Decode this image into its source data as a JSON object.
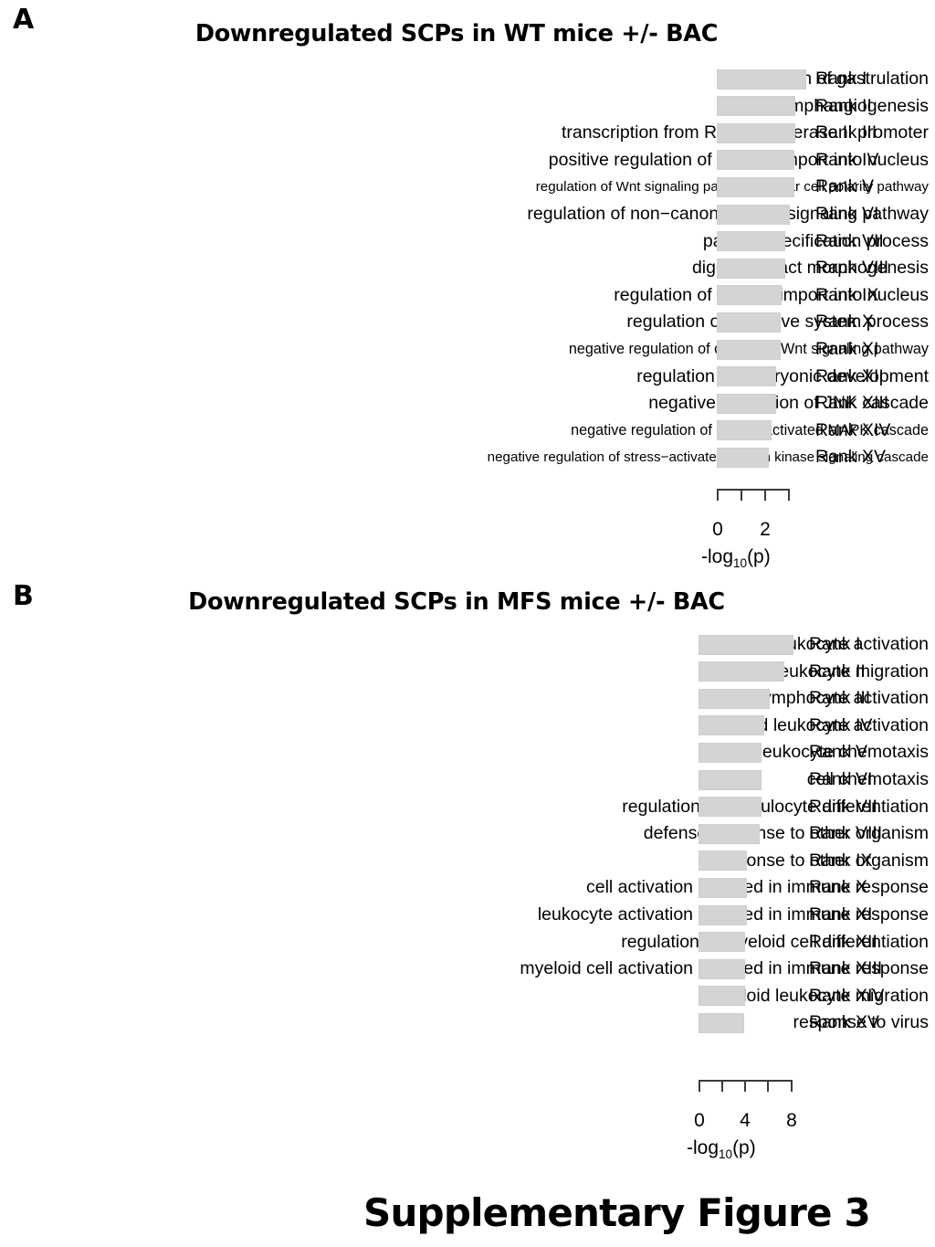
{
  "figure": {
    "caption": "Supplementary Figure 3",
    "bar_color": "#d4d4d4",
    "axis_color": "#3a3a3a"
  },
  "panels": [
    {
      "letter": "A",
      "title": "Downregulated SCPs in WT mice +/- BAC",
      "axis_title_prefix": "-log",
      "axis_title_sub": "10",
      "axis_title_suffix": "(p)",
      "rank_labels": [
        "Rank I",
        "Rank II",
        "Rank III",
        "Rank IV",
        "Rank V",
        "Rank VI",
        "Rank VII",
        "Rank VIII",
        "Rank IX",
        "Rank X",
        "Rank XI",
        "Rank XII",
        "Rank XIII",
        "Rank XIV",
        "Rank XV"
      ],
      "chart_data": {
        "type": "bar",
        "title": "Downregulated SCPs in WT mice +/- BAC",
        "xlabel": "-log10(p)",
        "ylabel": "",
        "orientation": "horizontal",
        "xlim": [
          0,
          3
        ],
        "grid": false,
        "tick_values": [
          0,
          1,
          2,
          3
        ],
        "tick_labels": [
          "0",
          "",
          "2",
          ""
        ],
        "categories": [
          "regulation of gastrulation",
          "lymphangiogenesis",
          "transcription from RNA polymerase II promoter",
          "positive regulation of catenin import into nucleus",
          "regulation of Wnt signaling pathway, planar cell polarity pathway",
          "regulation of non−canonical Wnt signaling pathway",
          "pattern specification process",
          "digestive tract morphogenesis",
          "regulation of catenin import into nucleus",
          "regulation of digestive system process",
          "negative regulation of canonical Wnt signaling pathway",
          "regulation of embryonic development",
          "negative regulation of JNK cascade",
          "negative regulation of stress−activated MAPK cascade",
          "negative regulation of stress−activated protein kinase signaling cascade"
        ],
        "values": [
          3.75,
          3.3,
          3.3,
          3.25,
          3.25,
          3.05,
          2.88,
          2.88,
          2.72,
          2.68,
          2.68,
          2.48,
          2.48,
          2.3,
          2.18
        ]
      }
    },
    {
      "letter": "B",
      "title": "Downregulated SCPs in MFS mice +/- BAC",
      "axis_title_prefix": "-log",
      "axis_title_sub": "10",
      "axis_title_suffix": "(p)",
      "rank_labels": [
        "Rank I",
        "Rank II",
        "Rank III",
        "Rank IV",
        "Rank V",
        "Rank VI",
        "Rank VII",
        "Rank VIII",
        "Rank IX",
        "Rank X",
        "Rank XI",
        "Rank XII",
        "Rank XIII",
        "Rank XIV",
        "Rank XV"
      ],
      "chart_data": {
        "type": "bar",
        "title": "Downregulated SCPs in MFS mice +/- BAC",
        "xlabel": "-log10(p)",
        "ylabel": "",
        "orientation": "horizontal",
        "xlim": [
          0,
          8
        ],
        "grid": false,
        "tick_values": [
          0,
          2,
          4,
          6,
          8
        ],
        "tick_labels": [
          "0",
          "",
          "4",
          "",
          "8"
        ],
        "categories": [
          "leukocyte activation",
          "leukocyte migration",
          "lymphocyte activation",
          "myeloid leukocyte activation",
          "leukocyte chemotaxis",
          "cell chemotaxis",
          "regulation of granulocyte differentiation",
          "defense response to other organism",
          "response to other organism",
          "cell activation involved in immune response",
          "leukocyte activation involved in immune response",
          "regulation of myeloid cell differentiation",
          "myeloid cell activation involved in immune response",
          "myeloid leukocyte migration",
          "response to virus"
        ],
        "values": [
          8.25,
          7.45,
          6.2,
          5.7,
          5.45,
          5.45,
          5.45,
          5.3,
          4.2,
          4.2,
          4.2,
          4.05,
          4.05,
          4.05,
          3.95
        ]
      }
    }
  ]
}
